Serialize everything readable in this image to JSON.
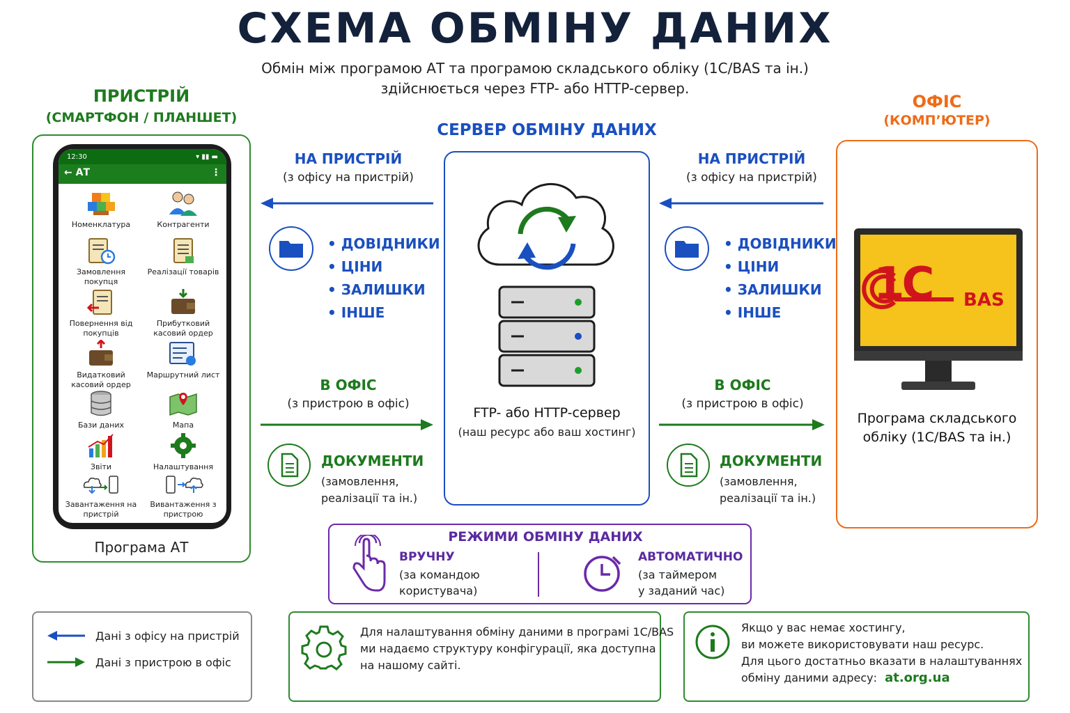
{
  "title": "СХЕМА ОБМІНУ ДАНИХ",
  "subtitle_line1": "Обмін між програмою АТ та програмою складського обліку (1С/BAS та ін.)",
  "subtitle_line2": "здійснюється через FTP- або HTTP-сервер.",
  "device": {
    "heading": "ПРИСТРІЙ",
    "subheading": "(СМАРТФОН / ПЛАНШЕТ)",
    "caption": "Програма АТ",
    "status_time": "12:30",
    "app_title": "← АТ",
    "tiles": [
      {
        "label": "Номенклатура",
        "icon": "boxes-icon"
      },
      {
        "label": "Контрагенти",
        "icon": "people-icon"
      },
      {
        "label": "Замовлення покупця",
        "icon": "clipboard-clock-icon"
      },
      {
        "label": "Реалізації товарів",
        "icon": "clipboard-icon"
      },
      {
        "label": "Повернення від покупців",
        "icon": "return-clipboard-icon"
      },
      {
        "label": "Прибутковий касовий ордер",
        "icon": "wallet-in-icon"
      },
      {
        "label": "Видатковий касовий ордер",
        "icon": "wallet-out-icon"
      },
      {
        "label": "Маршрутний лист",
        "icon": "route-sheet-icon"
      },
      {
        "label": "Бази даних",
        "icon": "database-icon"
      },
      {
        "label": "Мапа",
        "icon": "map-icon"
      },
      {
        "label": "Звіти",
        "icon": "chart-icon"
      },
      {
        "label": "Налаштування",
        "icon": "gear-icon"
      },
      {
        "label": "Завантаження на пристрій",
        "icon": "download-icon"
      },
      {
        "label": "Вивантаження з пристрою",
        "icon": "upload-icon"
      }
    ]
  },
  "server": {
    "heading": "СЕРВЕР ОБМІНУ ДАНИХ",
    "label": "FTP- або HTTP-сервер",
    "sublabel": "(наш ресурс або ваш хостинг)"
  },
  "office": {
    "heading": "ОФІС",
    "subheading": "(КОМП’ЮТЕР)",
    "logo_1c": "1С",
    "logo_bas": "BAS",
    "caption_line1": "Програма складського",
    "caption_line2": "обліку (1С/BAS та ін.)"
  },
  "flow": {
    "to_device_title": "НА ПРИСТРІЙ",
    "to_device_sub": "(з офісу на пристрій)",
    "to_office_title": "В ОФІС",
    "to_office_sub": "(з пристрою в офіс)",
    "data_items": [
      "• ДОВІДНИКИ",
      "• ЦІНИ",
      "• ЗАЛИШКИ",
      "• ІНШЕ"
    ],
    "docs_title": "ДОКУМЕНТИ",
    "docs_sub1": "(замовлення,",
    "docs_sub2": "реалізації та ін.)"
  },
  "modes": {
    "title": "РЕЖИМИ ОБМІНУ ДАНИХ",
    "manual_title": "ВРУЧНУ",
    "manual_sub1": "(за командою",
    "manual_sub2": "користувача)",
    "auto_title": "АВТОМАТИЧНО",
    "auto_sub1": "(за таймером",
    "auto_sub2": "у заданий час)"
  },
  "legend": {
    "to_device": "Дані з офісу на пристрій",
    "to_office": "Дані з пристрою в офіс"
  },
  "config_note": {
    "line1": "Для налаштування обміну даними в програмі 1С/BAS",
    "line2": "ми надаємо структуру конфігурації, яка доступна",
    "line3": "на нашому сайті."
  },
  "info_note": {
    "line1": "Якщо у вас немає хостингу,",
    "line2": "ви можете використовувати наш ресурс.",
    "line3": "Для цього достатньо вказати в налаштуваннях",
    "line4": "обміну даними адресу:",
    "address": "at.org.ua"
  },
  "colors": {
    "green": "#1d7a1d",
    "blue": "#1a4fbf",
    "orange": "#ee6b17",
    "purple": "#5a2aa0",
    "navy": "#13213a",
    "yellow_screen": "#f6c21c",
    "logo_red": "#d0141d"
  }
}
